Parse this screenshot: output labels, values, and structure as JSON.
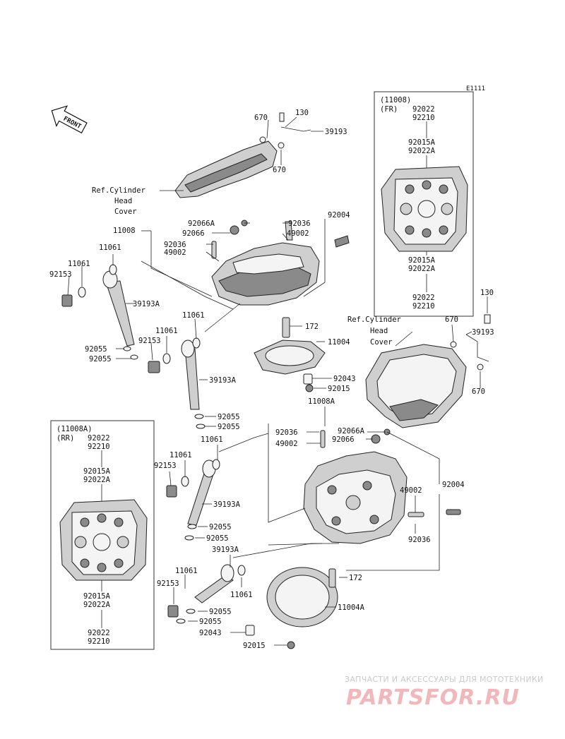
{
  "diagram": {
    "code": "E1111",
    "front_marker": "FRONT",
    "watermark_caption": "ЗАПЧАСТИ И АКСЕССУАРЫ ДЛЯ МОТОТЕХНИКИ",
    "watermark_logo": "PARTSFOR.RU",
    "labels": [
      {
        "id": "l670a",
        "text": "670"
      },
      {
        "id": "l130a",
        "text": "130"
      },
      {
        "id": "l39193a",
        "text": "39193"
      },
      {
        "id": "l670b",
        "text": "670"
      },
      {
        "id": "lrefa1",
        "text": "Ref.Cylinder"
      },
      {
        "id": "lrefa2",
        "text": "Head"
      },
      {
        "id": "lrefa3",
        "text": "Cover"
      },
      {
        "id": "l11008",
        "text": "11008"
      },
      {
        "id": "l92066Aa",
        "text": "92066A"
      },
      {
        "id": "l92066a",
        "text": "92066"
      },
      {
        "id": "l92036a",
        "text": "92036"
      },
      {
        "id": "l49002a",
        "text": "49002"
      },
      {
        "id": "l92036b",
        "text": "92036"
      },
      {
        "id": "l49002b",
        "text": "49002"
      },
      {
        "id": "l92004a",
        "text": "92004"
      },
      {
        "id": "l11061a",
        "text": "11061"
      },
      {
        "id": "l11061b",
        "text": "11061"
      },
      {
        "id": "l92153a",
        "text": "92153"
      },
      {
        "id": "l39193Aa",
        "text": "39193A"
      },
      {
        "id": "l11061c",
        "text": "11061"
      },
      {
        "id": "l11061d",
        "text": "11061"
      },
      {
        "id": "l92153b",
        "text": "92153"
      },
      {
        "id": "l172a",
        "text": "172"
      },
      {
        "id": "l11004",
        "text": "11004"
      },
      {
        "id": "l92055a",
        "text": "92055"
      },
      {
        "id": "l92055b",
        "text": "92055"
      },
      {
        "id": "l39193Ab",
        "text": "39193A"
      },
      {
        "id": "l92043a",
        "text": "92043"
      },
      {
        "id": "l92015a",
        "text": "92015"
      },
      {
        "id": "l11008A",
        "text": "11008A"
      },
      {
        "id": "l92055c",
        "text": "92055"
      },
      {
        "id": "l92055d",
        "text": "92055"
      },
      {
        "id": "l130b",
        "text": "130"
      },
      {
        "id": "lrefb1",
        "text": "Ref.Cylinder"
      },
      {
        "id": "lrefb2",
        "text": "Head"
      },
      {
        "id": "lrefb3",
        "text": "Cover"
      },
      {
        "id": "l670c",
        "text": "670"
      },
      {
        "id": "l39193b",
        "text": "39193"
      },
      {
        "id": "l670d",
        "text": "670"
      },
      {
        "id": "l92036c",
        "text": "92036"
      },
      {
        "id": "l92066Ab",
        "text": "92066A"
      },
      {
        "id": "l49002c",
        "text": "49002"
      },
      {
        "id": "l92066b",
        "text": "92066"
      },
      {
        "id": "l11061e",
        "text": "11061"
      },
      {
        "id": "l92153c",
        "text": "92153"
      },
      {
        "id": "l11061f",
        "text": "11061"
      },
      {
        "id": "l92004b",
        "text": "92004"
      },
      {
        "id": "l49002d",
        "text": "49002"
      },
      {
        "id": "l39193Ac",
        "text": "39193A"
      },
      {
        "id": "l92055e",
        "text": "92055"
      },
      {
        "id": "l92055f",
        "text": "92055"
      },
      {
        "id": "l92036d",
        "text": "92036"
      },
      {
        "id": "l39193Ad",
        "text": "39193A"
      },
      {
        "id": "l11061g",
        "text": "11061"
      },
      {
        "id": "l92153d",
        "text": "92153"
      },
      {
        "id": "l11061h",
        "text": "11061"
      },
      {
        "id": "l172b",
        "text": "172"
      },
      {
        "id": "l92055g",
        "text": "92055"
      },
      {
        "id": "l92055h",
        "text": "92055"
      },
      {
        "id": "l11004A",
        "text": "11004A"
      },
      {
        "id": "l92043b",
        "text": "92043"
      },
      {
        "id": "l92015b",
        "text": "92015"
      }
    ],
    "inset_fr": {
      "title1": "(11008)",
      "title2": "(FR)",
      "top1": "92022",
      "top2": "92210",
      "mid1": "92015A",
      "mid2": "92022A",
      "low1": "92015A",
      "low2": "92022A",
      "bot1": "92022",
      "bot2": "92210"
    },
    "inset_rr": {
      "title1": "(11008A)",
      "title2": "(RR)",
      "top1": "92022",
      "top2": "92210",
      "mid1": "92015A",
      "mid2": "92022A",
      "low1": "92015A",
      "low2": "92022A",
      "bot1": "92022",
      "bot2": "92210"
    }
  }
}
